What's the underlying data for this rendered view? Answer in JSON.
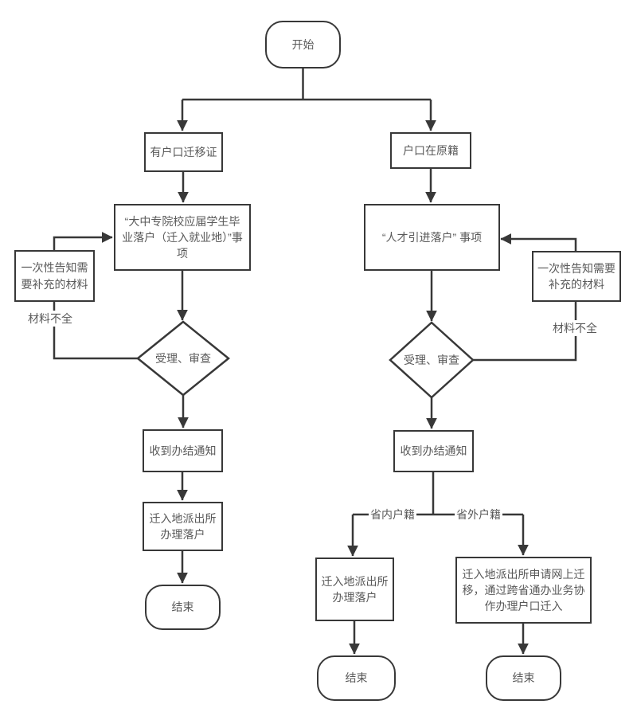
{
  "diagram": {
    "type": "flowchart",
    "colors": {
      "line": "#383838",
      "text": "#595959",
      "background": "#ffffff"
    },
    "nodes": {
      "start": {
        "label": "开始",
        "shape": "rounded"
      },
      "has_migration_cert": {
        "label": "有户口迁移证",
        "shape": "rect"
      },
      "hukou_in_origin": {
        "label": "户口在原籍",
        "shape": "rect"
      },
      "graduate_settle_item": {
        "label": "“大中专院校应届学生毕业落户（迁入就业地）”事项",
        "shape": "rect"
      },
      "talent_settle_item": {
        "label": "“人才引进落户” 事项",
        "shape": "rect"
      },
      "notify_left": {
        "label": "一次性告知需要补充的材料",
        "shape": "rect"
      },
      "notify_right": {
        "label": "一次性告知需要补充的材料",
        "shape": "rect"
      },
      "review_left": {
        "label": "受理、审查",
        "shape": "diamond"
      },
      "review_right": {
        "label": "受理、审查",
        "shape": "diamond"
      },
      "completion_notice_left": {
        "label": "收到办结通知",
        "shape": "rect"
      },
      "completion_notice_right": {
        "label": "收到办结通知",
        "shape": "rect"
      },
      "police_register_left": {
        "label": "迁入地派出所办理落户",
        "shape": "rect"
      },
      "police_register_in_province": {
        "label": "迁入地派出所办理落户",
        "shape": "rect"
      },
      "online_transfer_out_province": {
        "label": "迁入地派出所申请网上迁移，通过跨省通办业务协作办理户口迁入",
        "shape": "rect"
      },
      "end_left": {
        "label": "结束",
        "shape": "rounded"
      },
      "end_in_province": {
        "label": "结束",
        "shape": "rounded"
      },
      "end_out_province": {
        "label": "结束",
        "shape": "rounded"
      }
    },
    "edge_labels": {
      "incomplete_left": "材料不全",
      "incomplete_right": "材料不全",
      "in_province": "省内户籍",
      "out_province": "省外户籍"
    }
  }
}
